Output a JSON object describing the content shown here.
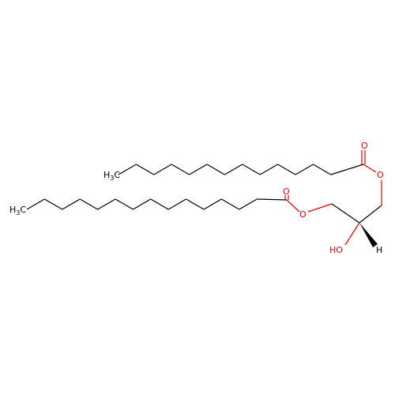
{
  "molecule": {
    "atom_labels": {
      "methyl_top": "H3C",
      "methyl_top_main": "H",
      "methyl_top_sub": "3",
      "methyl_top_tail": "C",
      "methyl_bottom_main": "H",
      "methyl_bottom_sub": "3",
      "methyl_bottom_tail": "C",
      "carbonyl_o_top": "O",
      "ester_o_top": "O",
      "carbonyl_o_bottom": "O",
      "ester_o_bottom": "O",
      "hydroxyl": "HO",
      "stereo_h": "H"
    },
    "colors": {
      "bond": "#000000",
      "oxygen": "#e00000"
    }
  }
}
